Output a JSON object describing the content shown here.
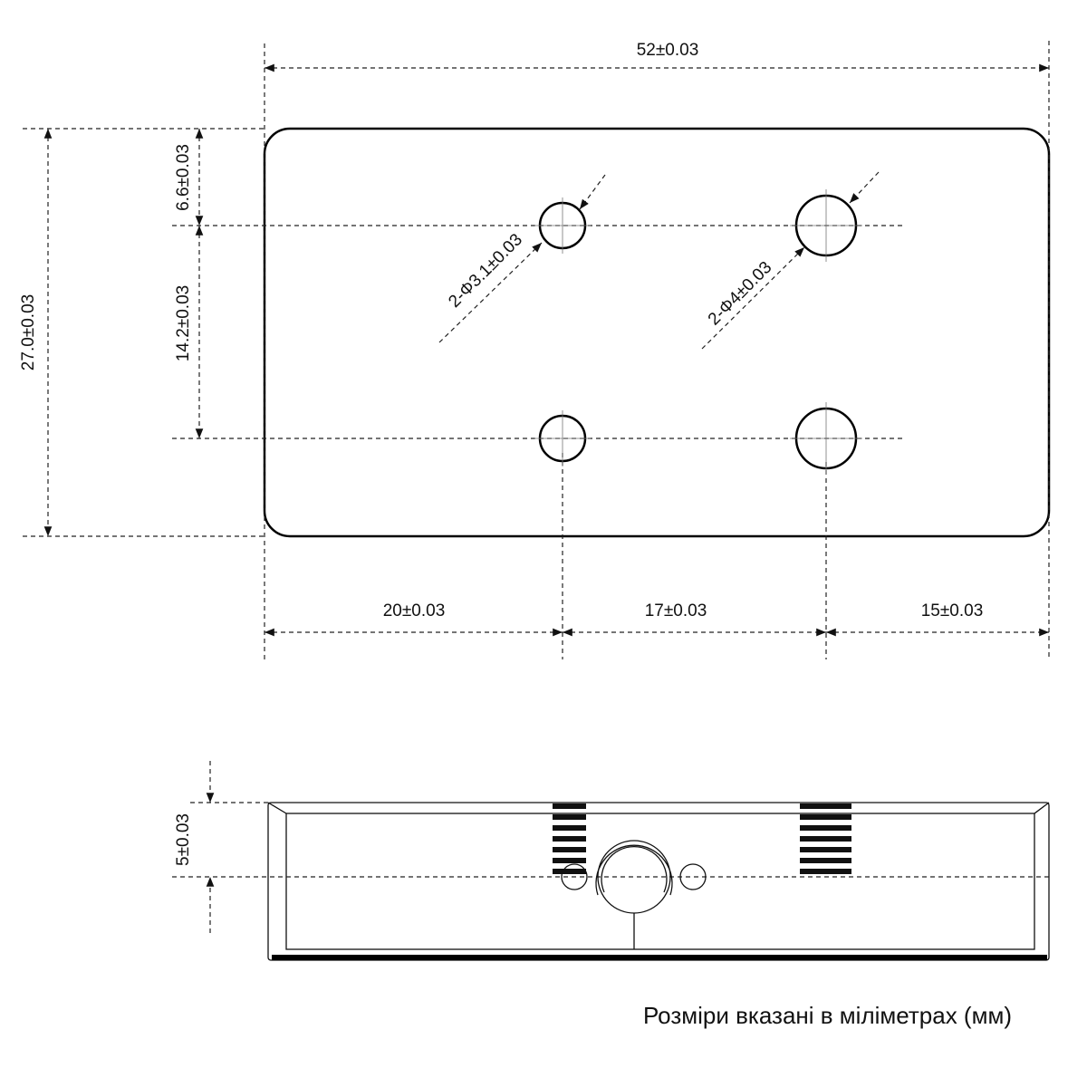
{
  "top_view": {
    "width_dim": "52±0.03",
    "height_dim": "27.0±0.03",
    "top_offset_dim": "6.6±0.03",
    "hole_spacing_dim": "14.2±0.03",
    "bottom_dims": [
      "20±0.03",
      "17±0.03",
      "15±0.03"
    ],
    "small_holes_label": "2-Φ3.1±0.03",
    "large_holes_label": "2-Φ4±0.03"
  },
  "side_view": {
    "depth_dim": "5±0.03"
  },
  "caption": "Розміри вказані в міліметрах (мм)"
}
